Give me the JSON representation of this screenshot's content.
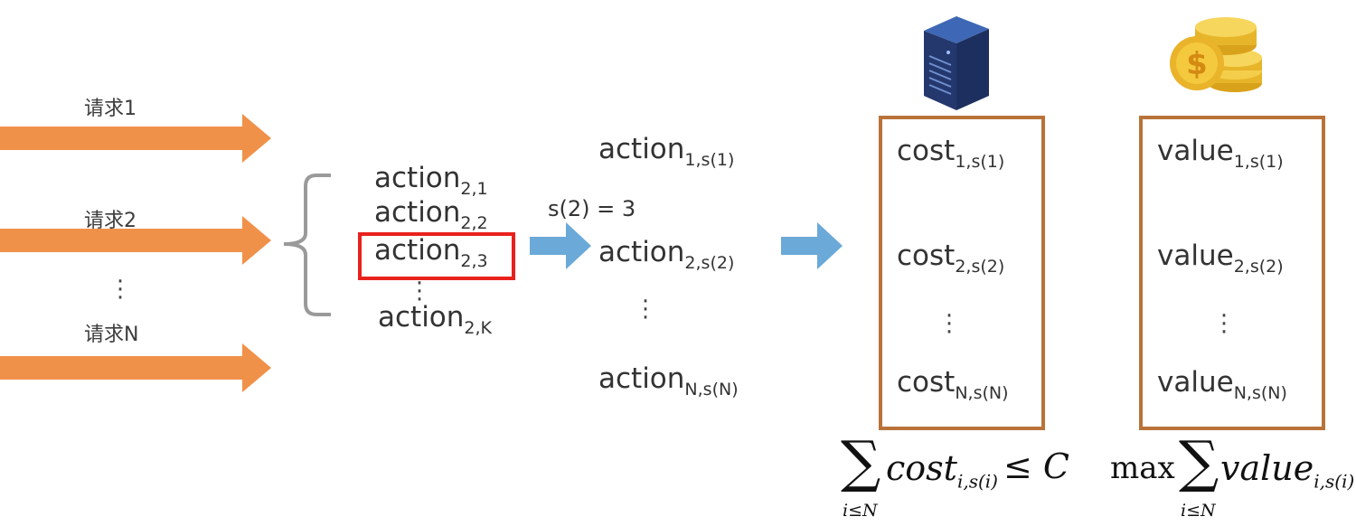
{
  "requests": [
    {
      "label": "请求1"
    },
    {
      "label": "请求2"
    },
    {
      "label": "请求N"
    }
  ],
  "actions_request2": [
    {
      "base": "action",
      "sub": "2,1"
    },
    {
      "base": "action",
      "sub": "2,2"
    },
    {
      "base": "action",
      "sub": "2,3"
    },
    {
      "base": "action",
      "sub": "2,K"
    }
  ],
  "selection_label": "s(2) = 3",
  "selected_actions": [
    {
      "base": "action",
      "sub": "1,s(1)"
    },
    {
      "base": "action",
      "sub": "2,s(2)"
    },
    {
      "base": "action",
      "sub": "N,s(N)"
    }
  ],
  "costs": [
    {
      "base": "cost",
      "sub": "1,s(1)"
    },
    {
      "base": "cost",
      "sub": "2,s(2)"
    },
    {
      "base": "cost",
      "sub": "N,s(N)"
    }
  ],
  "values": [
    {
      "base": "value",
      "sub": "1,s(1)"
    },
    {
      "base": "value",
      "sub": "2,s(2)"
    },
    {
      "base": "value",
      "sub": "N,s(N)"
    }
  ],
  "cost_formula": {
    "sigma": "∑",
    "index": "i≤N",
    "term": "cost",
    "sub": "i,s(i)",
    "relation": "≤ C"
  },
  "value_formula": {
    "prefix": "max",
    "sigma": "∑",
    "index": "i≤N",
    "term": "value",
    "sub": "i,s(i)"
  },
  "icons": [
    "server-icon",
    "coins-icon"
  ],
  "colors": {
    "request_arrow": "#f0914a",
    "flow_arrow": "#6aa9d8",
    "box_border": "#b9733a",
    "highlight": "#e8211c",
    "brace": "#9a9a9a"
  }
}
